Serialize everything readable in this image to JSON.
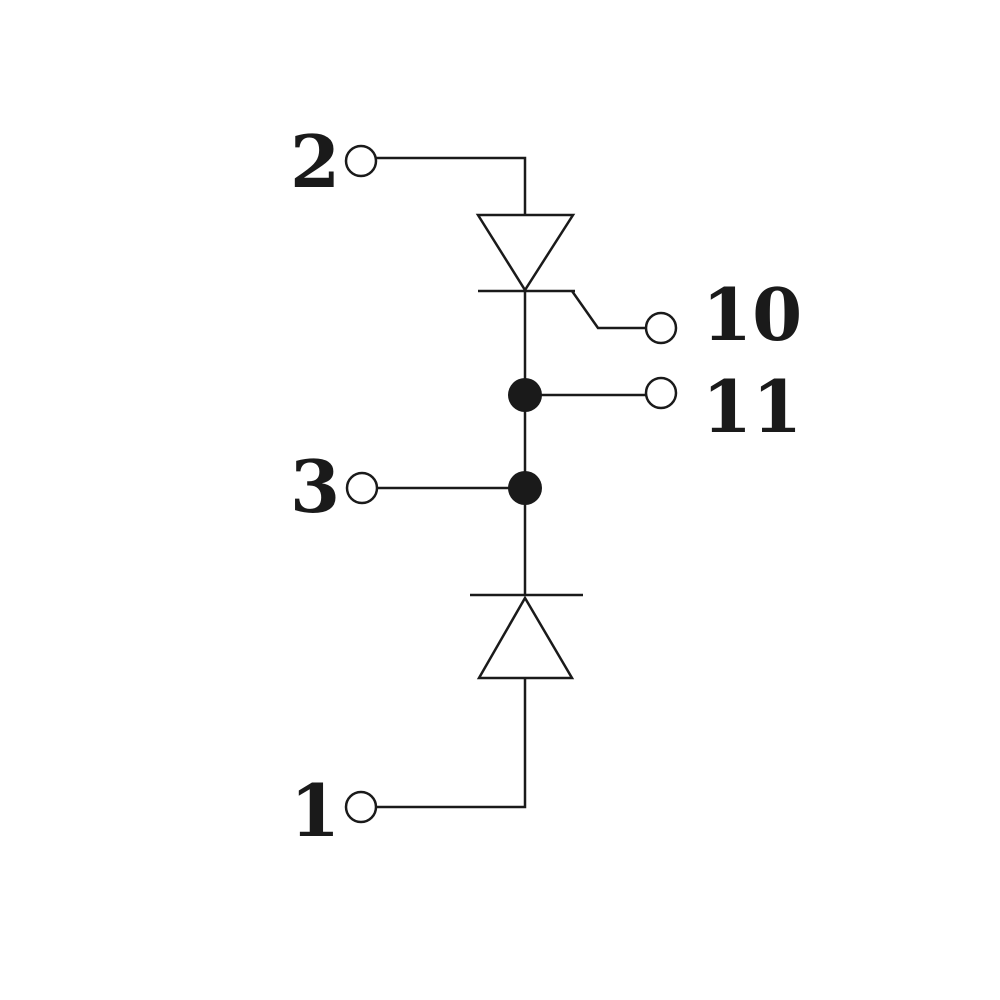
{
  "diagram": {
    "labels": {
      "pin1": "1",
      "pin2": "2",
      "pin3": "3",
      "pin10": "10",
      "pin11": "11"
    },
    "colors": {
      "line": "#1a1a1a",
      "background": "#ffffff"
    }
  }
}
